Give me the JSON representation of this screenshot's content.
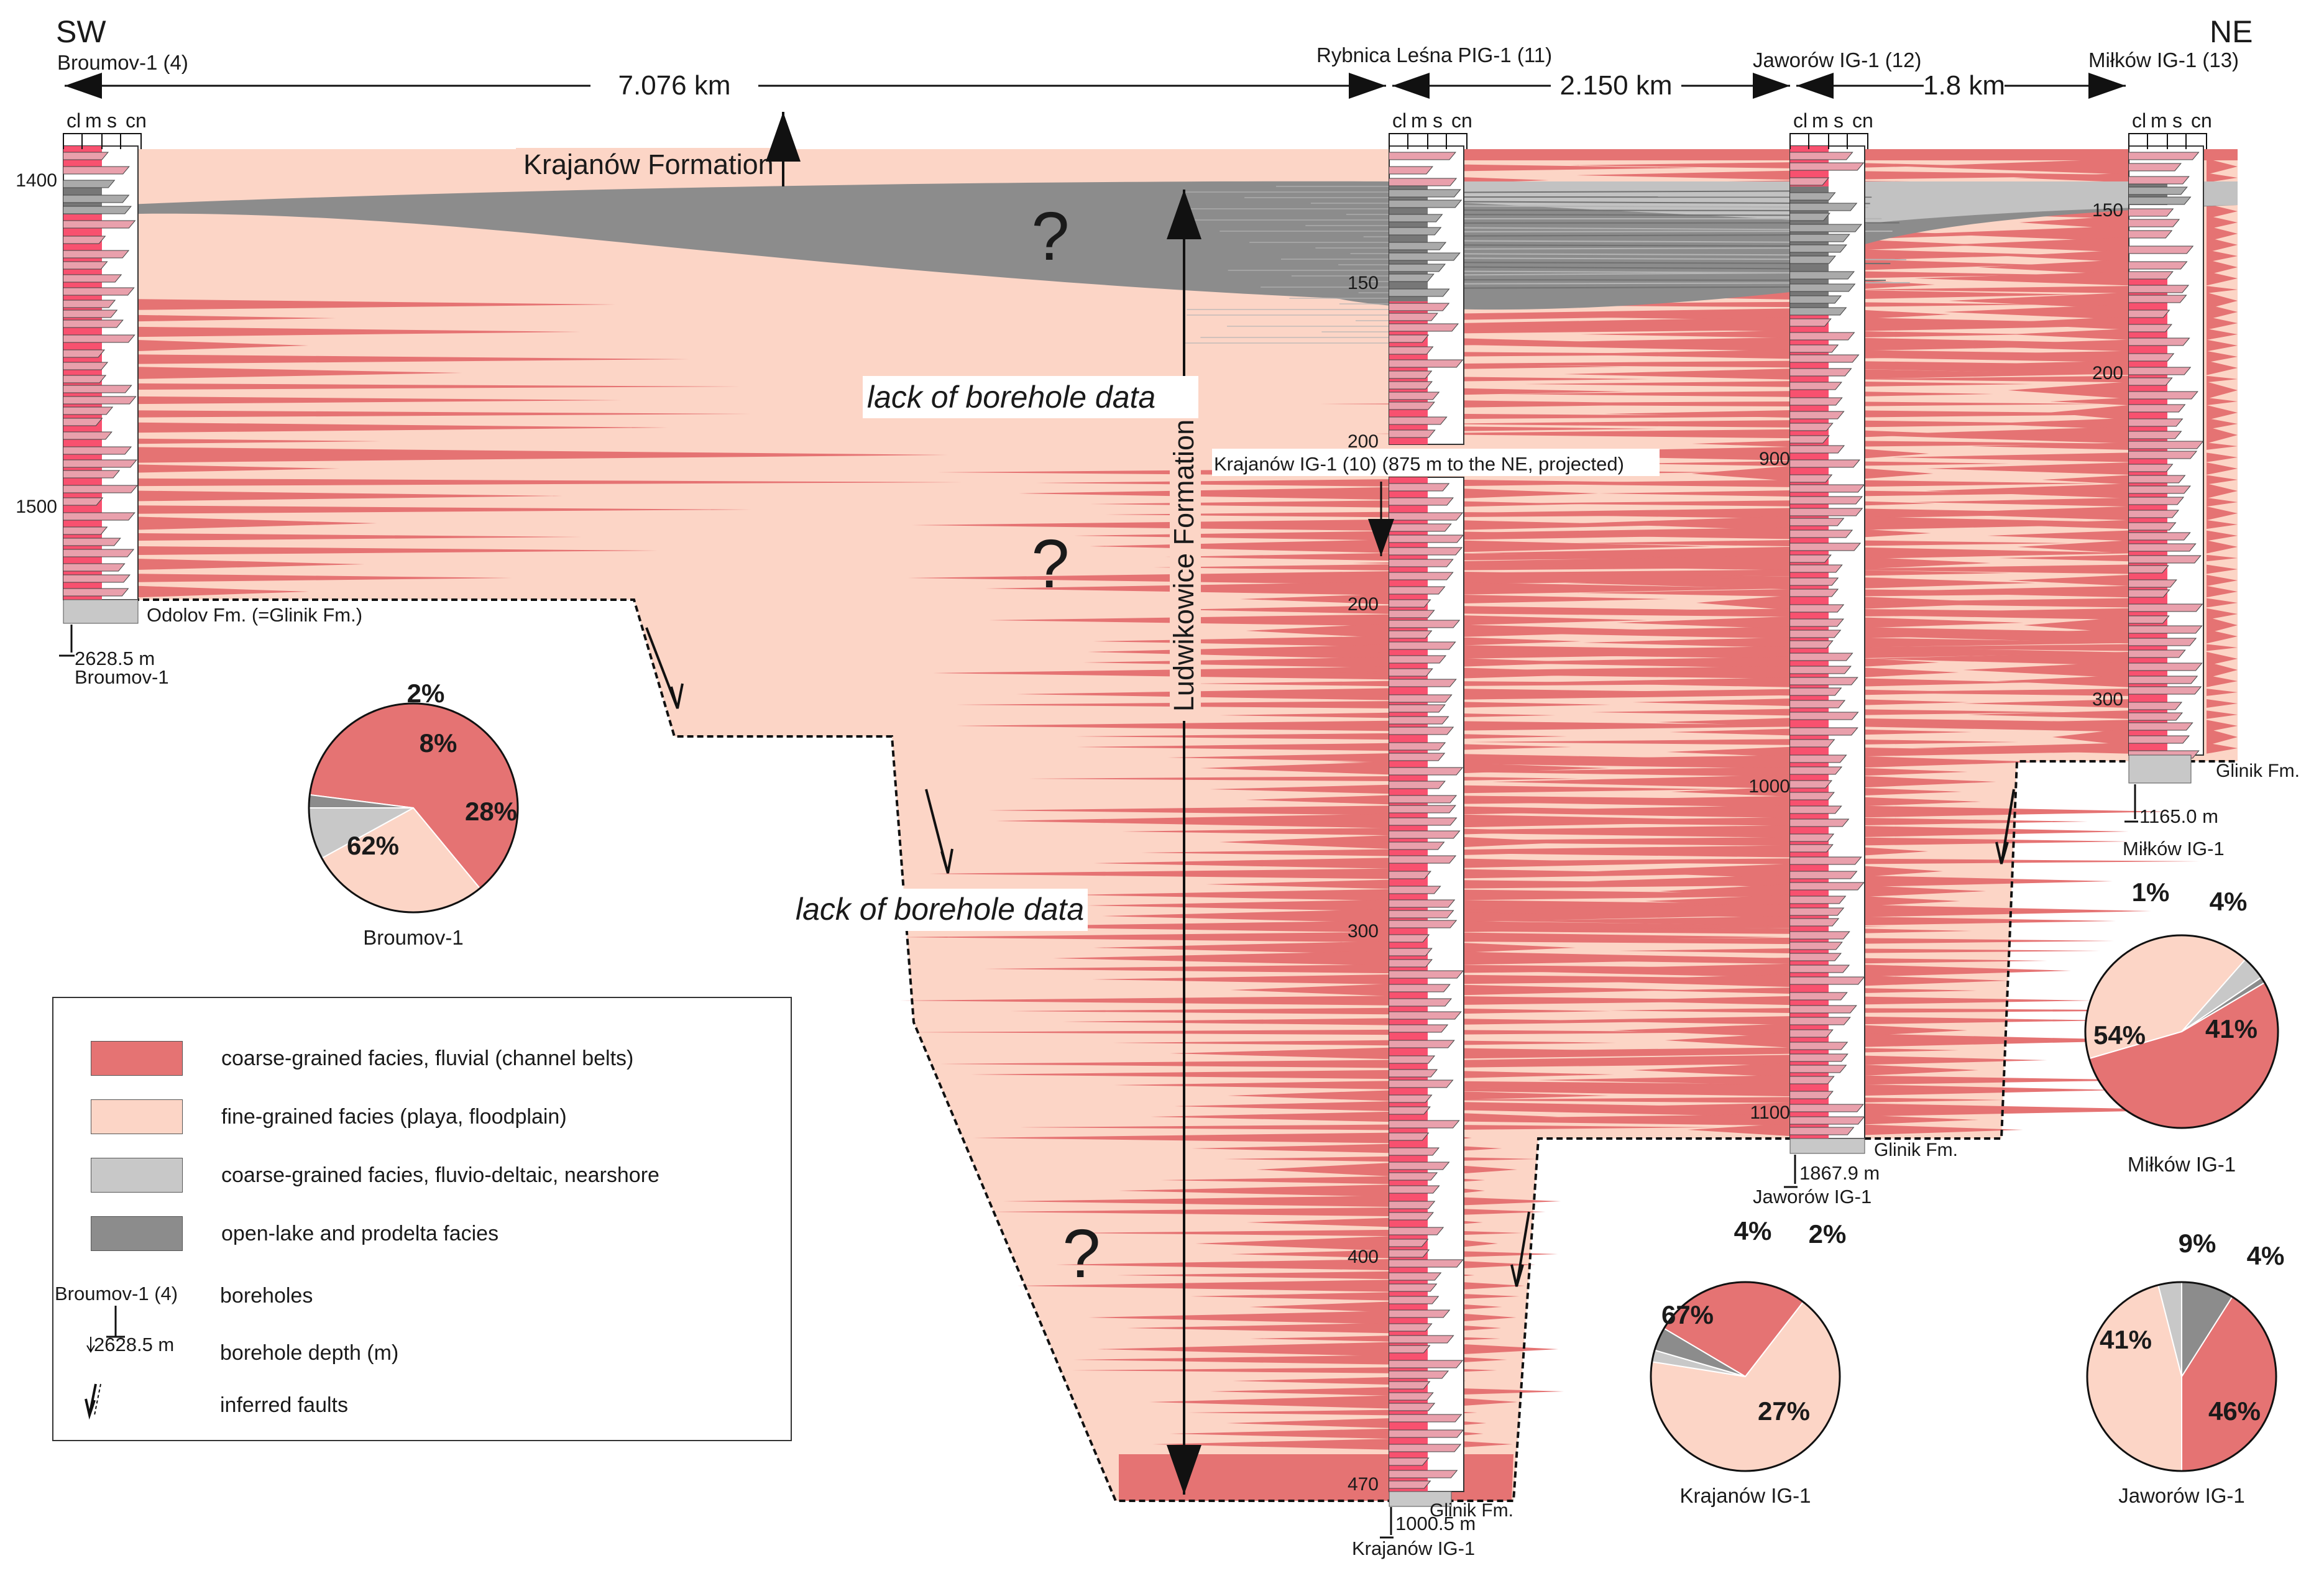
{
  "directions": {
    "left": "SW",
    "right": "NE"
  },
  "boreholes": [
    {
      "id": "broumov",
      "title": "Broumov-1 (4)",
      "footer": "Broumov-1",
      "depth": "2628.5 m",
      "depth_ticks": [
        "1400",
        "1500"
      ],
      "base_unit": "Odolov Fm. (=Glinik Fm.)"
    },
    {
      "id": "rybnica",
      "title": "Rybnica Leśna PIG-1 (11)",
      "depth_ticks": [
        "150",
        "200"
      ]
    },
    {
      "id": "krajanow",
      "title": "Krajanów IG-1 (10) (875 m to the NE, projected)",
      "footer": "Krajanów IG-1",
      "depth": "1000.5 m",
      "depth_ticks": [
        "200",
        "300",
        "400",
        "470"
      ],
      "base_unit": "Glinik Fm."
    },
    {
      "id": "jaworow",
      "title": "Jaworów IG-1 (12)",
      "footer": "Jaworów IG-1",
      "depth": "1867.9 m",
      "depth_ticks": [
        "900",
        "1000",
        "1100"
      ],
      "base_unit": "Glinik Fm."
    },
    {
      "id": "milkow",
      "title": "Miłków IG-1 (13)",
      "footer": "Miłków IG-1",
      "depth": "1165.0 m",
      "depth_ticks": [
        "150",
        "200",
        "300"
      ],
      "base_unit": "Glinik Fm."
    }
  ],
  "grain_scale": [
    "cl",
    "m",
    "s",
    "cn"
  ],
  "distances": [
    "7.076 km",
    "2.150 km",
    "1.8 km"
  ],
  "formations": {
    "krajanow": "Krajanów Formation",
    "ludwikowice": "Ludwikowice Formation"
  },
  "annotations": {
    "lack_data": "lack of borehole data",
    "question": "?"
  },
  "pies": [
    {
      "id": "broumov",
      "label": "Broumov-1",
      "slices": [
        {
          "facies": "coarse-fluvial",
          "percent": 62,
          "text": "62%"
        },
        {
          "facies": "fine",
          "percent": 28,
          "text": "28%"
        },
        {
          "facies": "coarse-deltaic",
          "percent": 8,
          "text": "8%"
        },
        {
          "facies": "open-lake",
          "percent": 2,
          "text": "2%"
        }
      ]
    },
    {
      "id": "milkow",
      "label": "Miłków IG-1",
      "slices": [
        {
          "facies": "coarse-fluvial",
          "percent": 54,
          "text": "54%"
        },
        {
          "facies": "fine",
          "percent": 41,
          "text": "41%"
        },
        {
          "facies": "coarse-deltaic",
          "percent": 4,
          "text": "4%"
        },
        {
          "facies": "open-lake",
          "percent": 1,
          "text": "1%"
        }
      ]
    },
    {
      "id": "krajanow",
      "label": "Krajanów IG-1",
      "slices": [
        {
          "facies": "coarse-fluvial",
          "percent": 27,
          "text": "27%"
        },
        {
          "facies": "fine",
          "percent": 67,
          "text": "67%"
        },
        {
          "facies": "coarse-deltaic",
          "percent": 2,
          "text": "2%"
        },
        {
          "facies": "open-lake",
          "percent": 4,
          "text": "4%"
        }
      ]
    },
    {
      "id": "jaworow",
      "label": "Jaworów IG-1",
      "slices": [
        {
          "facies": "coarse-fluvial",
          "percent": 41,
          "text": "41%"
        },
        {
          "facies": "fine",
          "percent": 46,
          "text": "46%"
        },
        {
          "facies": "coarse-deltaic",
          "percent": 4,
          "text": "4%"
        },
        {
          "facies": "open-lake",
          "percent": 9,
          "text": "9%"
        }
      ]
    }
  ],
  "legend": {
    "coarse_fluvial": "coarse-grained facies, fluvial (channel belts)",
    "fine": "fine-grained facies (playa, floodplain)",
    "coarse_deltaic": "coarse-grained facies, fluvio-deltaic, nearshore",
    "open_lake": "open-lake and prodelta facies",
    "sample_borehole": "Broumov-1 (4)",
    "sample_depth": "2628.5 m",
    "boreholes": "boreholes",
    "borehole_depth": "borehole depth (m)",
    "faults": "inferred faults"
  },
  "colors": {
    "coarse_fluvial": "#e57373",
    "fine": "#fcd5c6",
    "coarse_deltaic": "#c8c8c8",
    "open_lake": "#8c8c8c",
    "column_red": "#f8516f",
    "column_pink": "#e9a0ac"
  }
}
